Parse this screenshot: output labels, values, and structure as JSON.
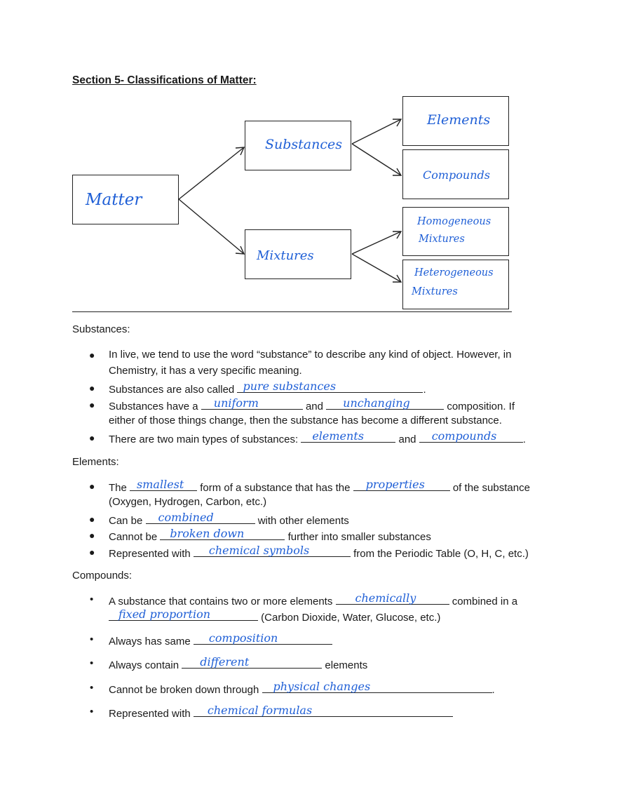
{
  "title": "Section 5- Classifications of Matter:",
  "diagram": {
    "matter": "Matter",
    "substances": "Substances",
    "mixtures": "Mixtures",
    "elements": "Elements",
    "compounds": "Compounds",
    "homogeneous_1": "Homogeneous",
    "homogeneous_2": "Mixtures",
    "heterogeneous_1": "Heterogeneous",
    "heterogeneous_2": "Mixtures"
  },
  "substances": {
    "heading": "Substances:",
    "b1_line1": "In live, we tend to use the word “substance” to describe any kind of object. However, in",
    "b1_line2": "Chemistry, it has a very specific meaning.",
    "b2_pre": "Substances are also called",
    "b2_fill": "pure substances",
    "b2_post": ".",
    "b3_pre": "Substances have a",
    "b3_fill1": "uniform",
    "b3_mid": "and",
    "b3_fill2": "unchanging",
    "b3_post": "composition. If",
    "b3_line2": "either of those things change, then the substance has become a different substance.",
    "b4_pre": "There are two main types of substances:",
    "b4_fill1": "elements",
    "b4_mid": "and",
    "b4_fill2": "compounds",
    "b4_post": "."
  },
  "elements": {
    "heading": "Elements:",
    "b1_pre": "The",
    "b1_fill1": "smallest",
    "b1_mid": "form of a substance that has the",
    "b1_fill2": "properties",
    "b1_post": "of the substance",
    "b1_line2": "(Oxygen, Hydrogen, Carbon, etc.)",
    "b2_pre": "Can be",
    "b2_fill": "combined",
    "b2_post": "with other elements",
    "b3_pre": "Cannot be",
    "b3_fill": "broken down",
    "b3_post": "further into smaller substances",
    "b4_pre": "Represented with",
    "b4_fill": "chemical symbols",
    "b4_post": "from the Periodic Table (O, H, C, etc.)"
  },
  "compounds": {
    "heading": "Compounds:",
    "b1_pre": "A substance that contains two or more elements",
    "b1_fill1": "chemically",
    "b1_post": "combined in a",
    "b1_fill2": "fixed proportion",
    "b1_line2_post": "(Carbon Dioxide, Water, Glucose, etc.)",
    "b2_pre": "Always has same",
    "b2_fill": "composition",
    "b3_pre": "Always contain",
    "b3_fill": "different",
    "b3_post": "elements",
    "b4_pre": "Cannot be broken down through",
    "b4_fill": "physical changes",
    "b4_post": ".",
    "b5_pre": "Represented with",
    "b5_fill": "chemical formulas"
  }
}
